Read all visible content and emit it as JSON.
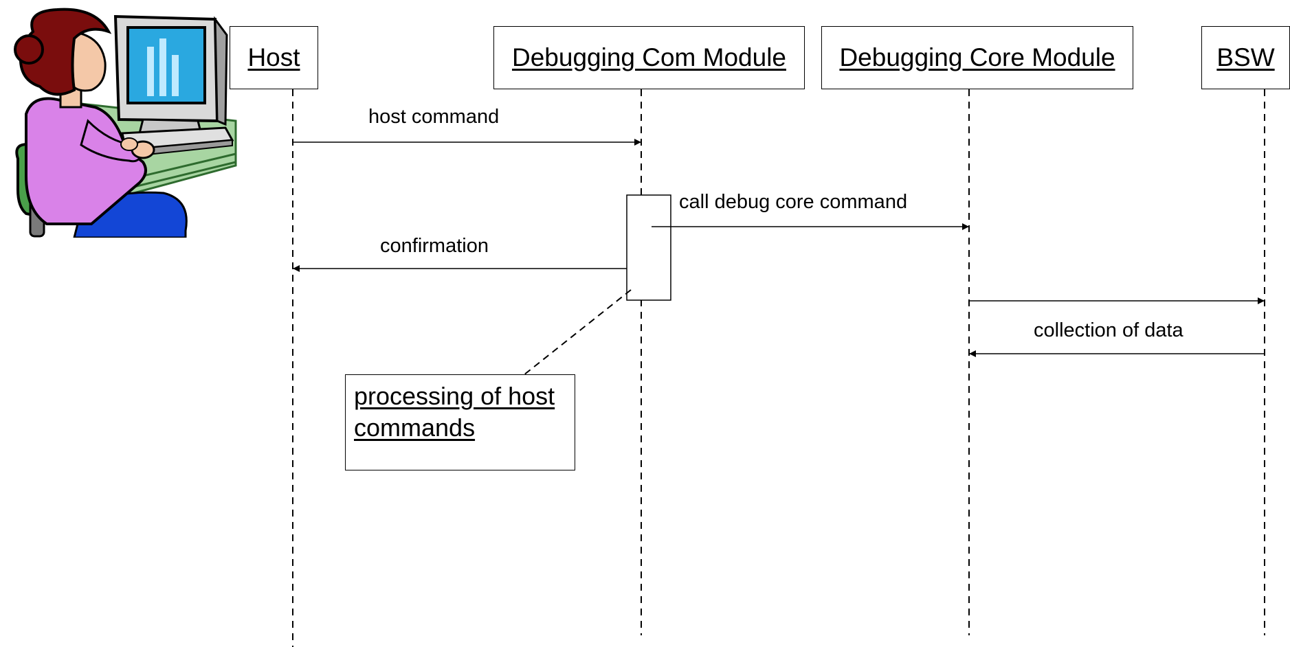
{
  "participants": [
    {
      "name": "Host"
    },
    {
      "name": "Debugging Com Module"
    },
    {
      "name": "Debugging Core Module"
    },
    {
      "name": "BSW"
    }
  ],
  "messages": [
    {
      "from": "Host",
      "to": "Debugging Com Module",
      "label": "host command"
    },
    {
      "from": "Debugging Com Module",
      "to": "Debugging Core Module",
      "label": "call debug core command"
    },
    {
      "from": "Debugging Com Module",
      "to": "Host",
      "label": "confirmation"
    },
    {
      "from": "Debugging Core Module",
      "to": "BSW",
      "label": ""
    },
    {
      "from": "BSW",
      "to": "Debugging Core Module",
      "label": "collection of data"
    }
  ],
  "note": {
    "text": "processing of host commands"
  },
  "clip_art": {
    "icon": "person-at-computer-icon"
  }
}
